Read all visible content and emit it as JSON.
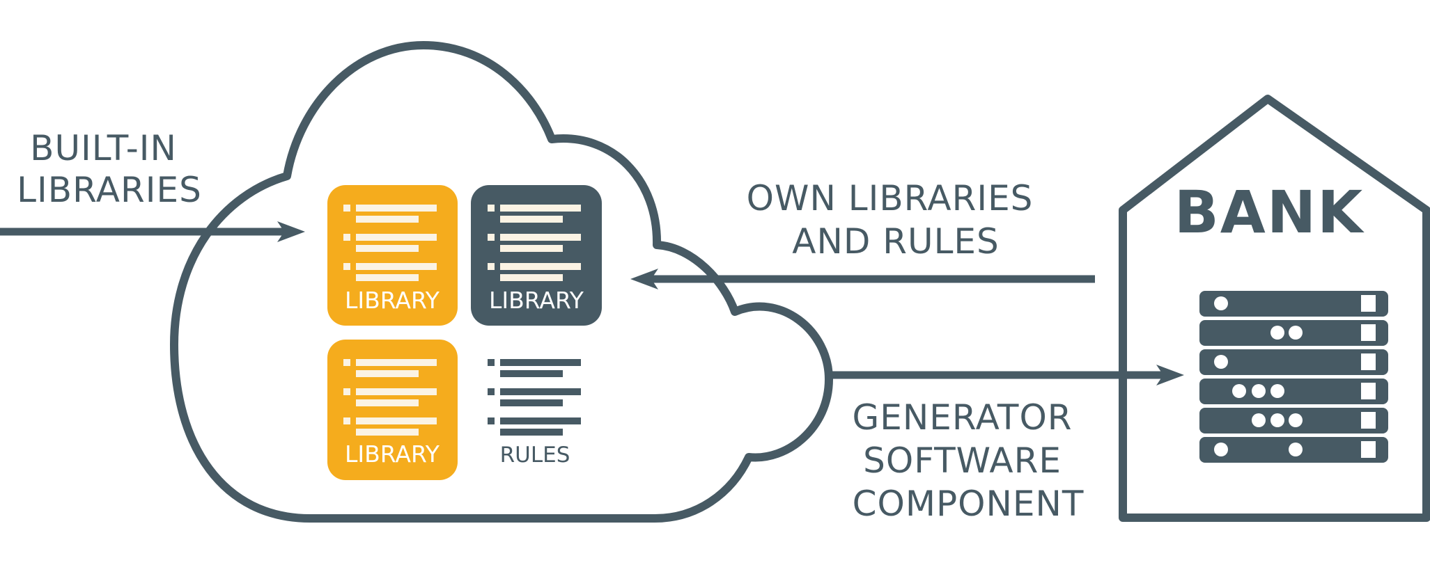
{
  "labels": {
    "built_in_line1": "BUILT-IN",
    "built_in_line2": "LIBRARIES",
    "own_line1": "OWN LIBRARIES",
    "own_line2": "AND RULES",
    "gen_line1": "GENERATOR",
    "gen_line2": "SOFTWARE",
    "gen_line3": "COMPONENT",
    "bank": "BANK"
  },
  "cards": [
    {
      "label": "LIBRARY",
      "style": "orange"
    },
    {
      "label": "LIBRARY",
      "style": "dark"
    },
    {
      "label": "LIBRARY",
      "style": "orange"
    },
    {
      "label": "RULES",
      "style": "plain"
    }
  ],
  "colors": {
    "slate": "#475a64",
    "orange": "#f5ac1d",
    "cream": "#fbf3e4",
    "white": "#ffffff"
  },
  "icons": {
    "cloud": "cloud-outline",
    "bank_building": "house-outline",
    "server_rack": "server-rack-icon",
    "list": "list-icon"
  }
}
